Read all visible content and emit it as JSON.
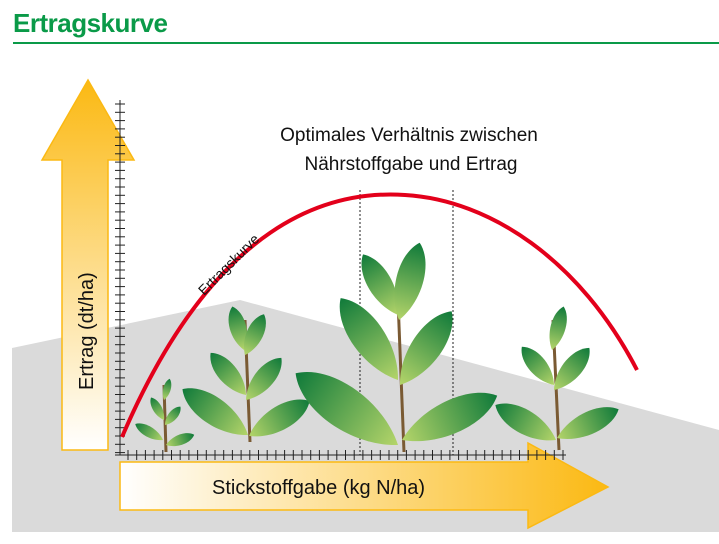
{
  "title": "Ertragskurve",
  "diagram": {
    "y_axis_label": "Ertrag (dt/ha)",
    "x_axis_label": "Stickstoffgabe (kg N/ha)",
    "curve_label": "Ertragskurve",
    "optimum_label_line1": "Optimales Verhältnis zwischen",
    "optimum_label_line2": "Nährstoffgabe und Ertrag",
    "colors": {
      "title": "#0a9a48",
      "curve": "#e3001b",
      "arrow": "#fbb913",
      "ground": "#dadada"
    }
  }
}
